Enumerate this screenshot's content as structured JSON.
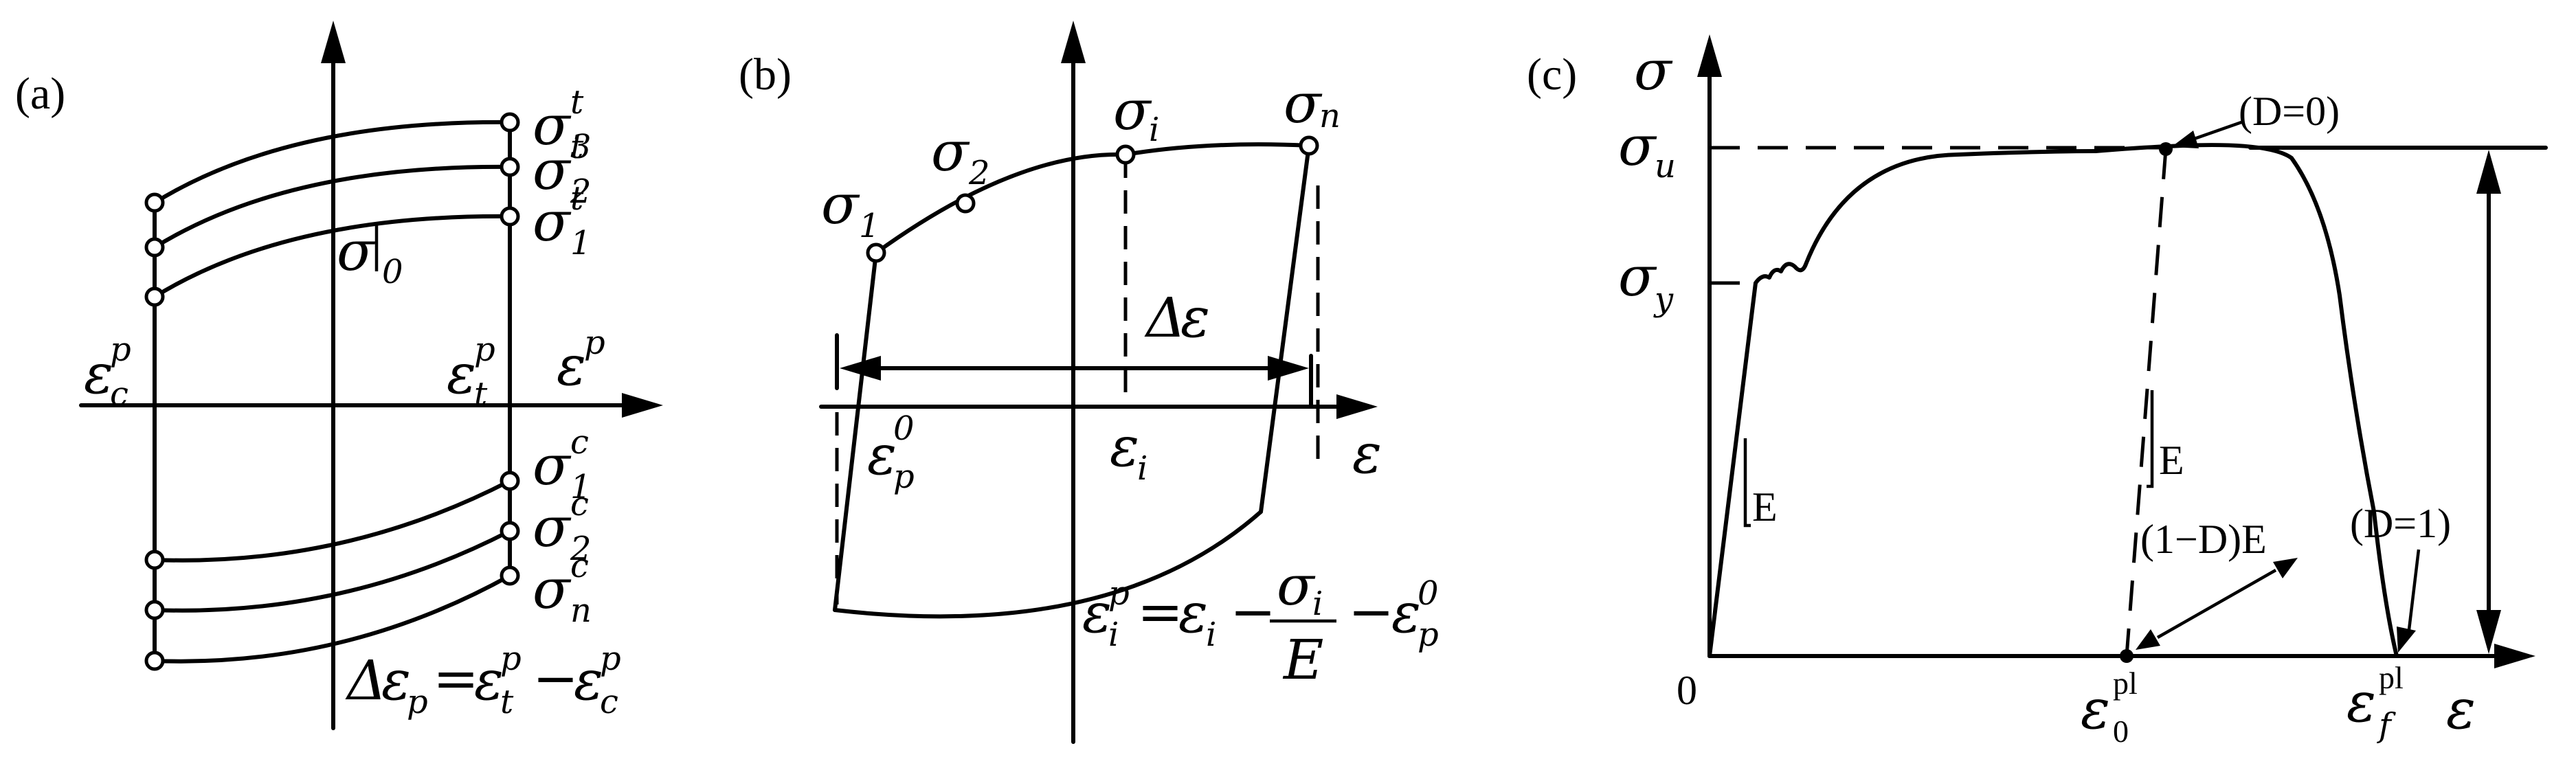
{
  "panel_a": {
    "label": "(a)",
    "sym_sigma": "σ",
    "sym_eps": "ε",
    "sup_t": "t",
    "sup_c": "c",
    "sup_p": "p",
    "sub_c": "c",
    "sub_t": "t",
    "sub_1": "1",
    "sub_2": "2",
    "sub_3": "3",
    "sub_n": "n",
    "sub_0": "0",
    "delta": "Δ",
    "sub_p": "p",
    "equals": "=",
    "minus": "−"
  },
  "panel_b": {
    "label": "(b)",
    "sym_sigma": "σ",
    "sym_eps": "ε",
    "sub_1": "1",
    "sub_2": "2",
    "sub_i": "i",
    "sub_n": "n",
    "sub_p": "p",
    "sup_0": "0",
    "sup_p": "p",
    "delta": "Δ",
    "frac_den": "E",
    "equals": "=",
    "minus": "−"
  },
  "panel_c": {
    "label": "(c)",
    "sym_sigma": "σ",
    "sym_eps": "ε",
    "sub_u": "u",
    "sub_y": "y",
    "sub_0": "0",
    "sub_f": "f",
    "sup_pl": "pl",
    "origin": "0",
    "d0": "(D=0)",
    "d1": "(D=1)",
    "modulus": "E",
    "damaged_modulus": "(1−D)E"
  }
}
